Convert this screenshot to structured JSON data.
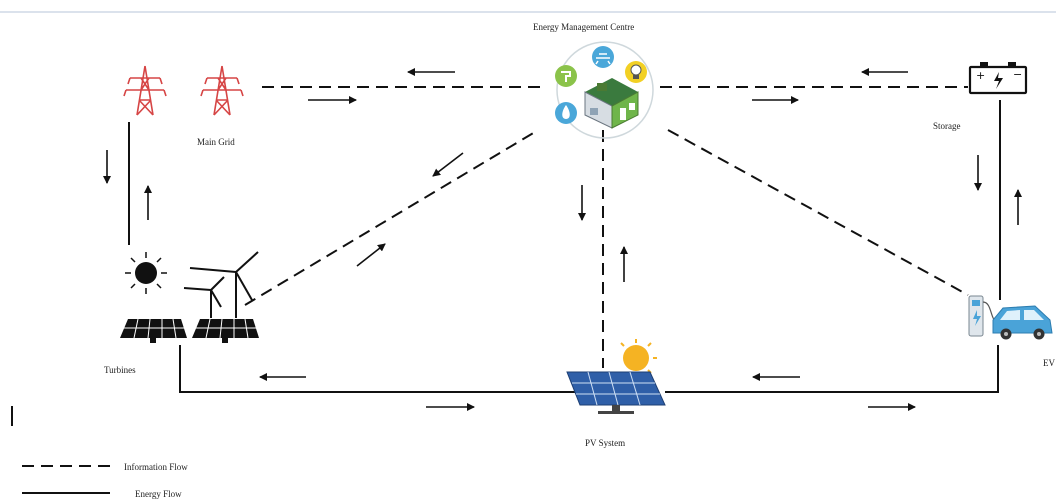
{
  "labels": {
    "energy_management_centre": "Energy Management Centre",
    "main_grid": "Main Grid",
    "storage": "Storage",
    "turbines": "Turbines",
    "ev": "EV",
    "pv_system": "PV System"
  },
  "legend": {
    "information_flow": "Information Flow",
    "energy_flow": "Energy Flow"
  },
  "colors": {
    "pylon": "#d64545",
    "line": "#111111",
    "house_roof": "#3a7a3e",
    "house_wall": "#6fb54a",
    "bulb": "#f2d024",
    "water_icon": "#4aa7d9",
    "panel": "#2f5fa8",
    "car": "#4aa3d8",
    "sun": "#f5b323"
  },
  "icons": [
    "pylon-icon",
    "house-icon",
    "battery-icon",
    "sun-icon",
    "wind-turbine-icon",
    "solar-panel-icon",
    "ev-car-icon",
    "charger-icon"
  ]
}
